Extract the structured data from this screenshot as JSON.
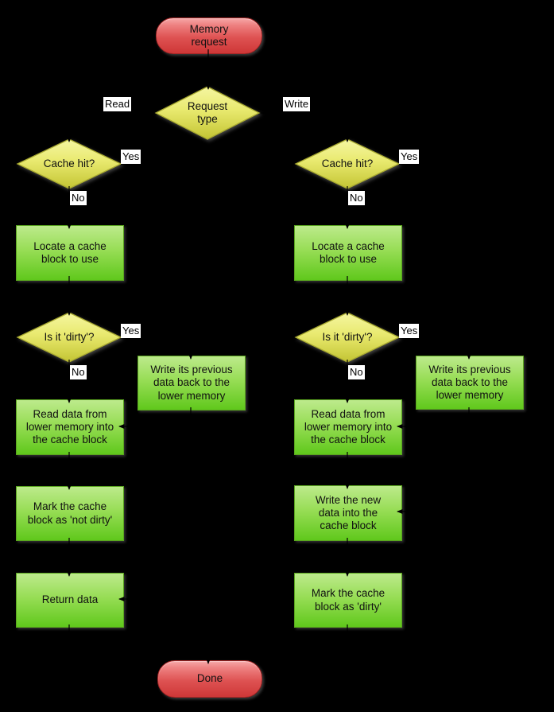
{
  "diagram": {
    "background_color": "#000000",
    "colors": {
      "terminal_fill": "#de5252",
      "decision_fill": "#e8e96e",
      "process_fill": "#8cd84a",
      "edge_label_background": "#ffffff",
      "node_text": "#000000",
      "connector": "#000000"
    },
    "start": {
      "label": "Memory request"
    },
    "request_type": {
      "label": "Request type",
      "read_branch_label": "Read",
      "write_branch_label": "Write"
    },
    "read_path": {
      "cache_hit": {
        "label": "Cache hit?",
        "yes_label": "Yes",
        "no_label": "No"
      },
      "locate_block": {
        "label": "Locate a cache block to use"
      },
      "is_dirty": {
        "label": "Is it 'dirty'?",
        "yes_label": "Yes",
        "no_label": "No"
      },
      "write_back": {
        "label": "Write its previous data back to the lower memory"
      },
      "read_data": {
        "label": "Read data from lower memory into the cache block"
      },
      "mark_block": {
        "label": "Mark the cache block as 'not dirty'"
      },
      "return_data": {
        "label": "Return data"
      }
    },
    "write_path": {
      "cache_hit": {
        "label": "Cache hit?",
        "yes_label": "Yes",
        "no_label": "No"
      },
      "locate_block": {
        "label": "Locate a cache block to use"
      },
      "is_dirty": {
        "label": "Is it 'dirty'?",
        "yes_label": "Yes",
        "no_label": "No"
      },
      "write_back": {
        "label": "Write its previous data back to the lower memory"
      },
      "read_data": {
        "label": "Read data from lower memory into the cache block"
      },
      "write_new_data": {
        "label": "Write the new data into the cache block"
      },
      "mark_block": {
        "label": "Mark the cache block as 'dirty'"
      }
    },
    "end": {
      "label": "Done"
    }
  }
}
